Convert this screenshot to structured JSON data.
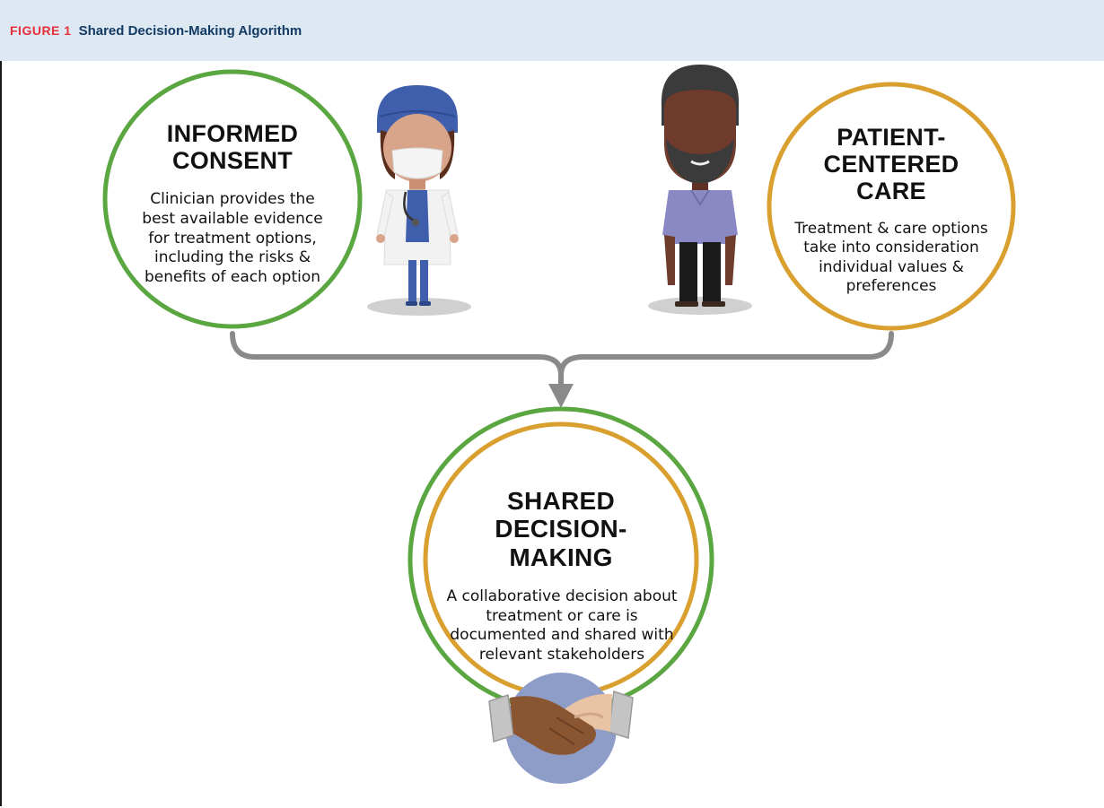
{
  "header": {
    "figure_label": "FIGURE 1",
    "title": "Shared Decision-Making Algorithm"
  },
  "informed_consent": {
    "heading_line1": "INFORMED",
    "heading_line2": "CONSENT",
    "description": "Clinician provides the best available evidence for treatment options, including the risks & benefits of each option",
    "ring_color": "#5aa640"
  },
  "patient_centered": {
    "heading_line1": "PATIENT-",
    "heading_line2": "CENTERED",
    "heading_line3": "CARE",
    "description": "Treatment & care options take into consideration individual values & preferences",
    "ring_color": "#d9a030"
  },
  "shared_decision": {
    "heading_line1": "SHARED",
    "heading_line2": "DECISION-MAKING",
    "description": "A collaborative decision about treatment or care is documented and shared with relevant stakeholders"
  },
  "icons": [
    "clinician-figure-icon",
    "patient-figure-icon",
    "handshake-icon",
    "arrow-down-icon"
  ],
  "colors": {
    "header_bg": "#dde8f3",
    "label_red": "#e8303a",
    "title_navy": "#123a63",
    "green": "#5aa640",
    "gold": "#d9a030",
    "connector_gray": "#8a8a8a"
  }
}
